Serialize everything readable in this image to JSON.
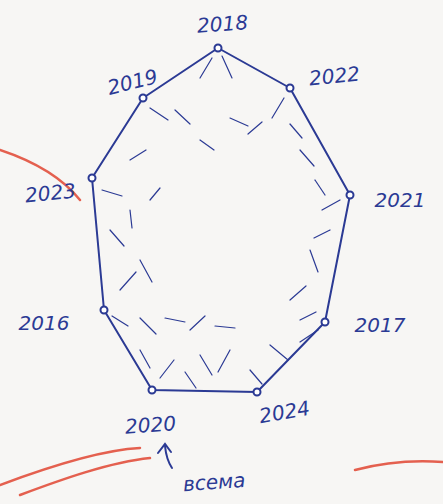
{
  "diagram": {
    "labels": [
      "2018",
      "2019",
      "2022",
      "2023",
      "2021",
      "2016",
      "2017",
      "2020",
      "2024",
      "всема"
    ]
  }
}
